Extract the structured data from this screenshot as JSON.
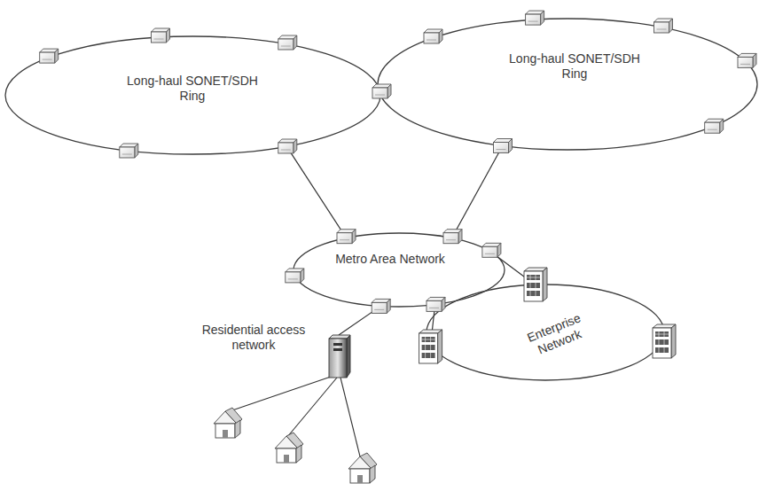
{
  "diagram": {
    "nodes": [
      {
        "text": [
          "Long-haul SONET/SDH Ring"
        ]
      },
      {
        "text": [
          "Long-haul SONET/SDH Ring"
        ]
      },
      {
        "text": [
          "Metro Area Network"
        ]
      },
      {
        "text": [
          "Residential access network"
        ]
      },
      {
        "text": [
          "Enterprise Network"
        ]
      }
    ],
    "edges": [
      {
        "from": 0,
        "to": 2,
        "arrow": "none"
      },
      {
        "from": 1,
        "to": 2,
        "arrow": "none"
      },
      {
        "from": 2,
        "to": 3,
        "arrow": "none"
      },
      {
        "from": 2,
        "to": 4,
        "arrow": "none"
      },
      {
        "from": 2,
        "to": 4,
        "arrow": "none"
      }
    ]
  }
}
